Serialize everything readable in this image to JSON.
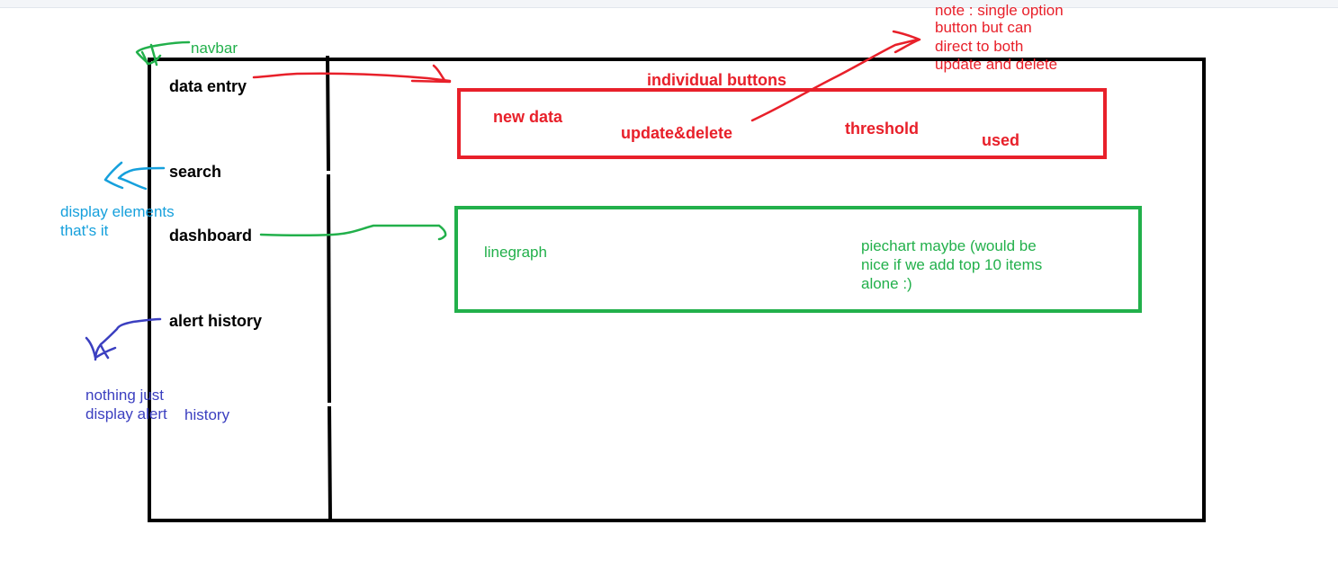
{
  "colors": {
    "outline": "#000000",
    "red": "#e8202a",
    "green": "#22b04b",
    "cyan": "#16a0dc",
    "blue": "#3b3fc0"
  },
  "annotations": {
    "navbar": "navbar",
    "search_note": [
      "display elements",
      "that's it"
    ],
    "alert_note_line1": "nothing just",
    "alert_note_line2a": "display alert",
    "alert_note_line2b": "history",
    "option_note": [
      "note : single option",
      "button but can",
      "direct to both",
      "update and delete"
    ]
  },
  "navbar": {
    "items": [
      {
        "label": "data entry"
      },
      {
        "label": "search"
      },
      {
        "label": "dashboard"
      },
      {
        "label": "alert history"
      }
    ]
  },
  "data_entry_panel": {
    "heading": "individual buttons",
    "buttons": [
      {
        "label": "new data"
      },
      {
        "label": "update&delete"
      },
      {
        "label": "threshold"
      },
      {
        "label": "used"
      }
    ]
  },
  "dashboard_panel": {
    "linegraph": "linegraph",
    "piechart": [
      "piechart maybe (would be",
      "nice if we add top 10 items",
      "alone :)"
    ]
  }
}
